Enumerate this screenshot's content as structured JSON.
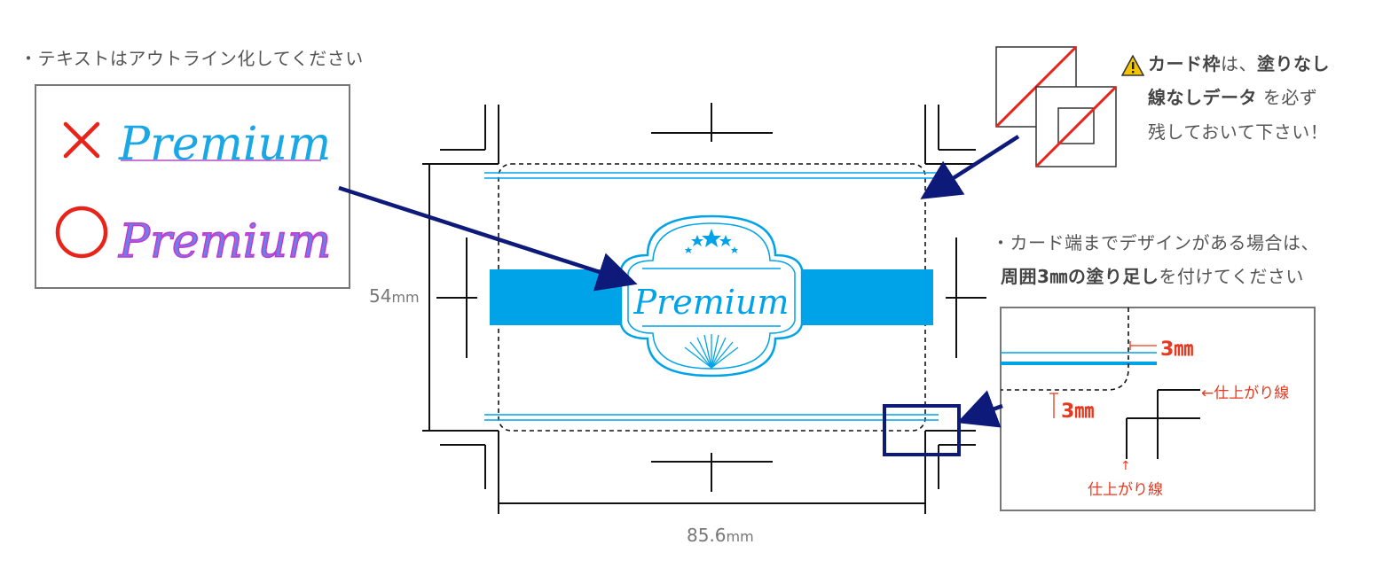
{
  "colors": {
    "brand_blue": "#00a3e8",
    "navy": "#0d1a7a",
    "red": "#e8231a",
    "text": "#555555"
  },
  "outline_note": {
    "text": "・テキストはアウトライン化してください",
    "wrong_mark": "×",
    "right_mark": "○",
    "sample_word": "Premium"
  },
  "warning": {
    "icon": "warning-icon",
    "part1": "カード枠",
    "part2": "は、",
    "part3": "塗りなし",
    "part4": "線なしデータ",
    "part5": "を必ず",
    "line3": "残しておいて下さい！"
  },
  "bleed_note": {
    "line1": "・カード端までデザインがある場合は、",
    "line2_a": "周囲3㎜の",
    "line2_b": "塗り足し",
    "line2_c": "を付けてください"
  },
  "card": {
    "logo_text": "Premium",
    "height_value": "54",
    "height_unit": "mm",
    "width_value": "85.6",
    "width_unit": "mm"
  },
  "detail": {
    "bleed_h": "3㎜",
    "bleed_v": "3㎜",
    "trim_label_right": "←仕上がり線",
    "trim_label_bottom_arrow": "↑",
    "trim_label_bottom": "仕上がり線"
  }
}
